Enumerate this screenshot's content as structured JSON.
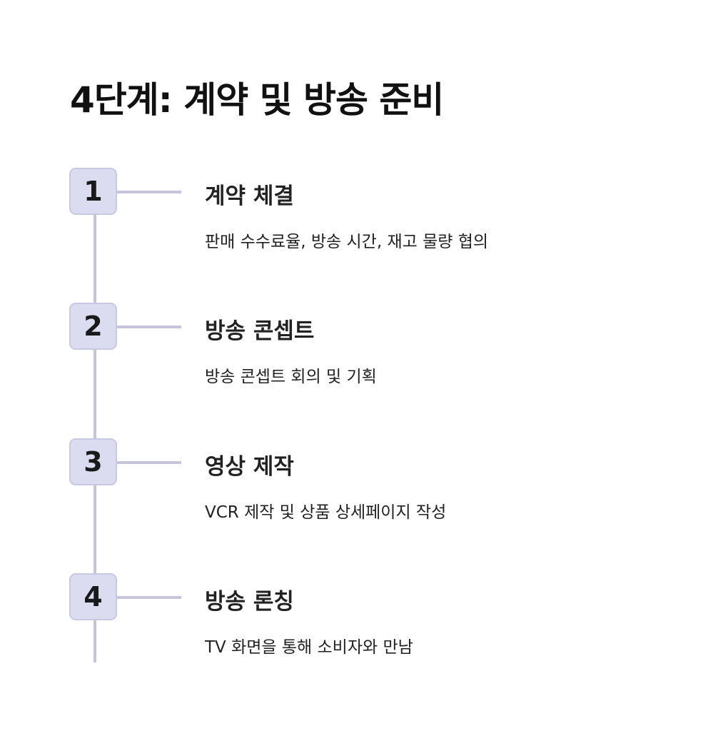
{
  "title": "4단계: 계약 및 방송 준비",
  "steps": [
    {
      "number": "1",
      "title": "계약 체결",
      "description": "판매 수수료율, 방송 시간, 재고 물량 협의"
    },
    {
      "number": "2",
      "title": "방송 콘셉트",
      "description": "방송 콘셉트 회의 및 기획"
    },
    {
      "number": "3",
      "title": "영상 제작",
      "description": "VCR 제작 및 상품 상세페이지 작성"
    },
    {
      "number": "4",
      "title": "방송 론칭",
      "description": "TV 화면을 통해 소비자와 만남"
    }
  ]
}
